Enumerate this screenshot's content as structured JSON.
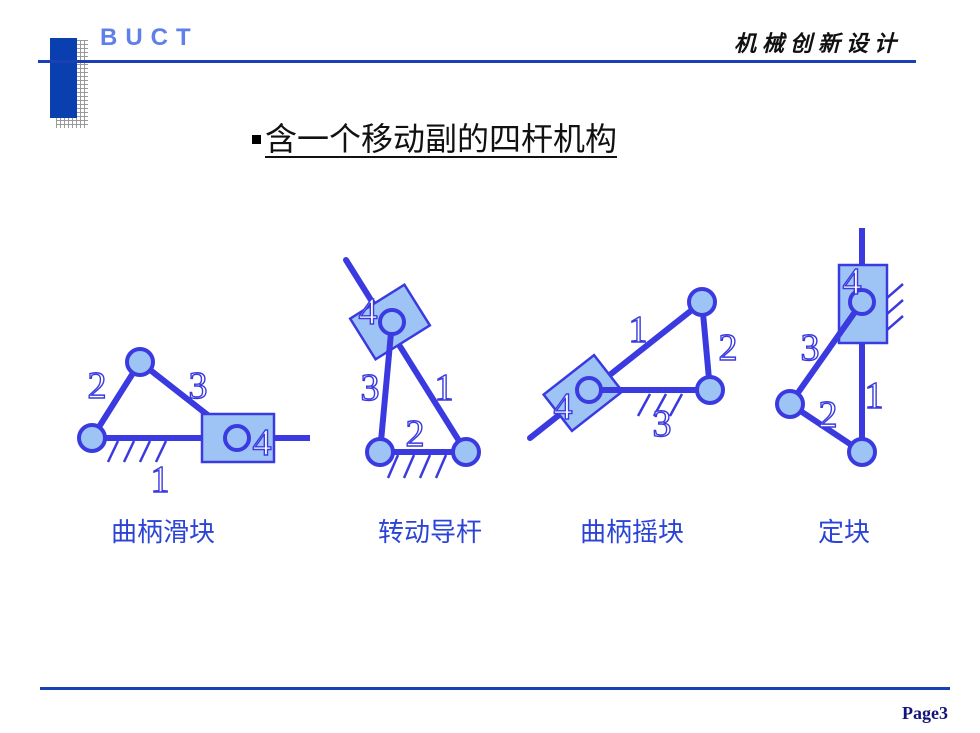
{
  "header": {
    "brand": "BUCT",
    "course": "机械创新设计"
  },
  "title": "含一个移动副的四杆机构",
  "mechanisms": [
    {
      "caption": "曲柄滑块",
      "labels": [
        "1",
        "2",
        "3",
        "4"
      ]
    },
    {
      "caption": "转动导杆",
      "labels": [
        "1",
        "2",
        "3",
        "4"
      ]
    },
    {
      "caption": "曲柄摇块",
      "labels": [
        "1",
        "2",
        "3",
        "4"
      ]
    },
    {
      "caption": "定块",
      "labels": [
        "1",
        "2",
        "3",
        "4"
      ]
    }
  ],
  "footer": {
    "page": "Page3"
  },
  "colors": {
    "header_blue": "#1b3fb5",
    "brand_blue": "#5f80e8",
    "link_blue": "#3a3ae0",
    "joint_fill": "#9ec4f5",
    "caption_blue": "#2c44d6"
  }
}
